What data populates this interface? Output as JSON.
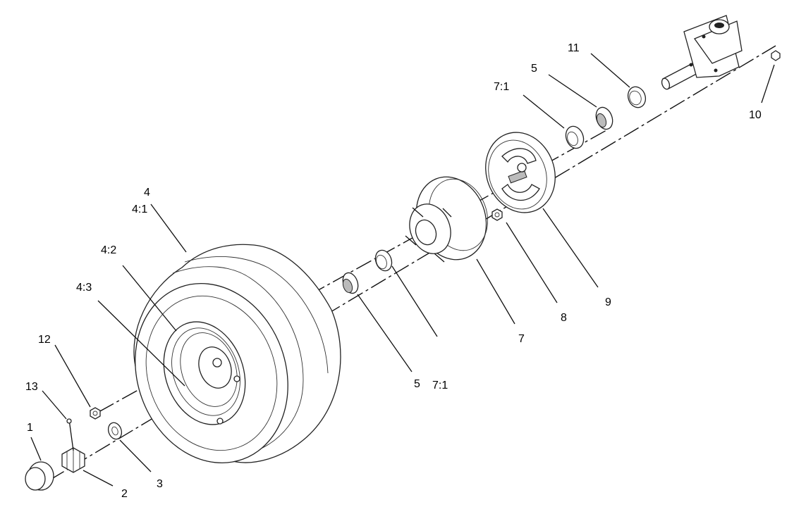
{
  "diagram": {
    "callouts": {
      "c1": "1",
      "c2": "2",
      "c3": "3",
      "c4": "4",
      "c4_1": "4:1",
      "c4_2": "4:2",
      "c4_3": "4:3",
      "c5_top": "5",
      "c5_bottom": "5",
      "c7": "7",
      "c7_1_top": "7:1",
      "c7_1_bottom": "7:1",
      "c8": "8",
      "c9": "9",
      "c10": "10",
      "c11": "11",
      "c12": "12",
      "c13": "13"
    }
  }
}
